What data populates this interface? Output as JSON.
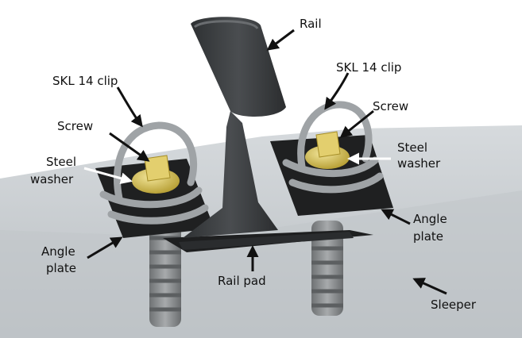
{
  "labels": {
    "rail": "Rail",
    "clip_left": "SKL 14 clip",
    "clip_right": "SKL 14 clip",
    "screw_left": "Screw",
    "screw_right": "Screw",
    "washer_left_1": "Steel",
    "washer_left_2": "washer",
    "washer_right_1": "Steel",
    "washer_right_2": "washer",
    "angle_left_1": "Angle",
    "angle_left_2": "plate",
    "angle_right_1": "Angle",
    "angle_right_2": "plate",
    "rail_pad": "Rail pad",
    "sleeper": "Sleeper"
  },
  "colors": {
    "background": "#ffffff",
    "sleeper": "#c9ced1",
    "rail": "#3c3f41",
    "clip": "#a9adb0",
    "washer": "#d8c25a",
    "screw": "#8c8f91",
    "pad": "#1e1f20",
    "text": "#111111"
  }
}
